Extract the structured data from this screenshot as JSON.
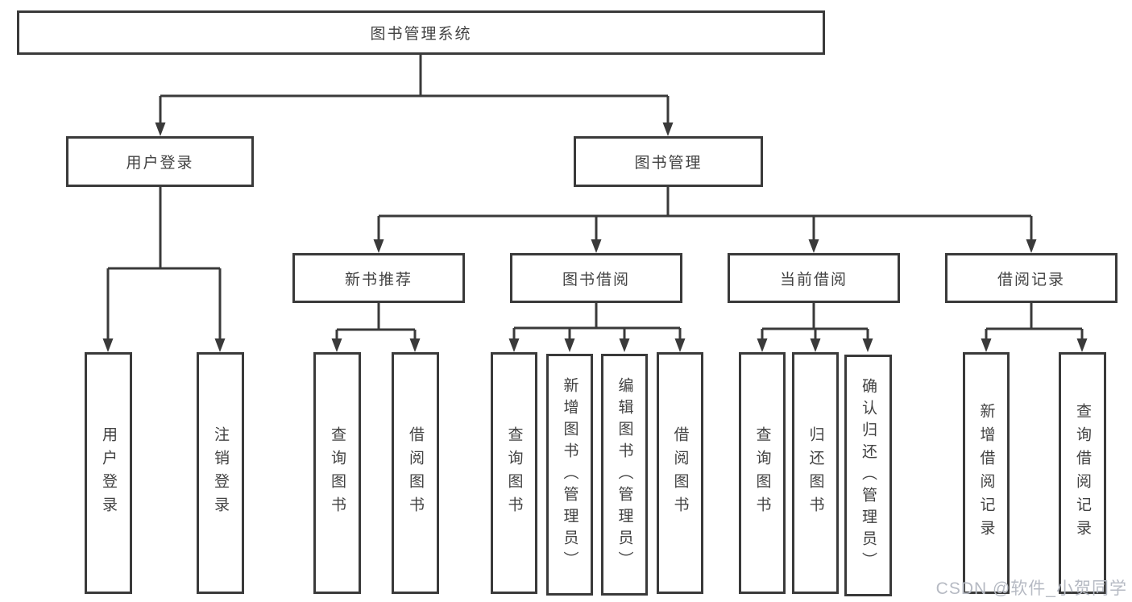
{
  "tree": {
    "root": {
      "label": "图书管理系统"
    },
    "branches": [
      {
        "label": "用户登录",
        "children": [
          {
            "label": "用户登录"
          },
          {
            "label": "注销登录"
          }
        ]
      },
      {
        "label": "图书管理",
        "children": [
          {
            "label": "新书推荐",
            "children": [
              {
                "label": "查询图书"
              },
              {
                "label": "借阅图书"
              }
            ]
          },
          {
            "label": "图书借阅",
            "children": [
              {
                "label": "查询图书"
              },
              {
                "label": "新增图书（管理员）"
              },
              {
                "label": "编辑图书（管理员）"
              },
              {
                "label": "借阅图书"
              }
            ]
          },
          {
            "label": "当前借阅",
            "children": [
              {
                "label": "查询图书"
              },
              {
                "label": "归还图书"
              },
              {
                "label": "确认归还（管理员）"
              }
            ]
          },
          {
            "label": "借阅记录",
            "children": [
              {
                "label": "新增借阅记录"
              },
              {
                "label": "查询借阅记录"
              }
            ]
          }
        ]
      }
    ]
  },
  "watermark": "CSDN @软件_小贺同学",
  "colors": {
    "line": "#3a3a3a",
    "text": "#424242",
    "watermark": "#b6bac3",
    "bg": "#ffffff",
    "box_fill": "#ffffff"
  }
}
